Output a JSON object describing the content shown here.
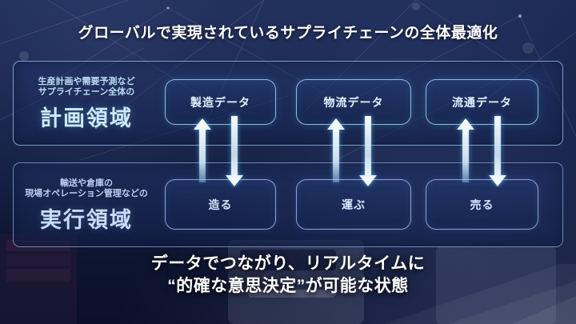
{
  "title": "グローバルで実現されているサプライチェーンの全体最適化",
  "planning_band": {
    "subtitle_line1": "生産計画や需要予測など",
    "subtitle_line2": "サプライチェーン全体の",
    "label": "計画領域",
    "boxes": [
      {
        "label": "製造データ"
      },
      {
        "label": "物流データ"
      },
      {
        "label": "流通データ"
      }
    ]
  },
  "execution_band": {
    "subtitle_line1": "輸送や倉庫の",
    "subtitle_line2": "現場オペレーション管理などの",
    "label": "実行領域",
    "boxes": [
      {
        "label": "造る"
      },
      {
        "label": "運ぶ"
      },
      {
        "label": "売る"
      }
    ]
  },
  "caption": {
    "line1": "データでつながり、リアルタイムに",
    "line2": "“的確な意思決定”が可能な状態"
  },
  "colors": {
    "background_navy": "#131d40",
    "band_border_cyan": "#96c4ee",
    "band_border_blue": "#94ace4",
    "node_border_cyan": "#92d0f0",
    "node_border_blue": "#a0b9ec",
    "planning_text": "#cdeafb",
    "execution_text": "#c8ddf6",
    "title_text": "#ffffff",
    "arrow_glow": "#54c8ff"
  }
}
